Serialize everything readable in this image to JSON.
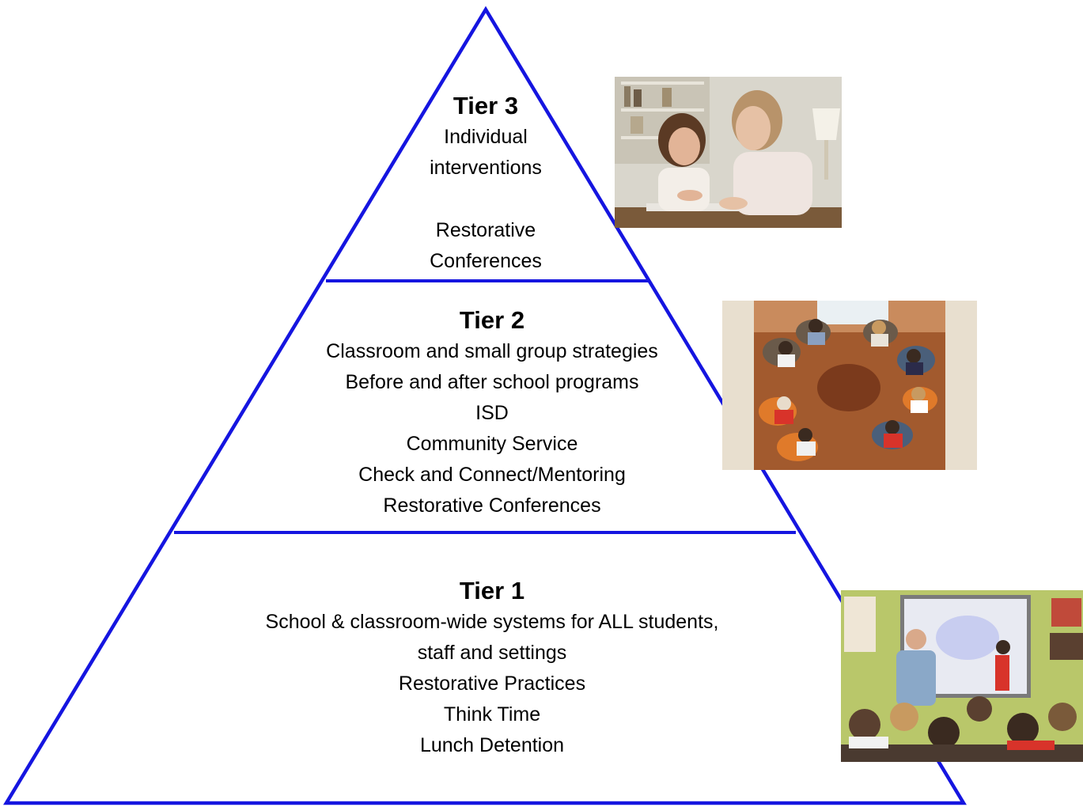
{
  "pyramid": {
    "stroke_color": "#1515e0"
  },
  "tiers": [
    {
      "title": "Tier 3",
      "lines": [
        "Individual",
        "interventions",
        "",
        "Restorative",
        "Conferences"
      ],
      "photo_subject": "teacher-and-student-reading-photo"
    },
    {
      "title": "Tier 2",
      "lines": [
        "Classroom and small group strategies",
        "Before and after school programs",
        "ISD",
        "Community Service",
        "Check and Connect/Mentoring",
        "Restorative Conferences"
      ],
      "photo_subject": "small-group-circle-photo"
    },
    {
      "title": "Tier 1",
      "lines": [
        "School & classroom-wide systems for ALL students,",
        "staff and settings",
        "Restorative Practices",
        "Think Time",
        "Lunch Detention"
      ],
      "photo_subject": "classroom-whiteboard-photo"
    }
  ]
}
